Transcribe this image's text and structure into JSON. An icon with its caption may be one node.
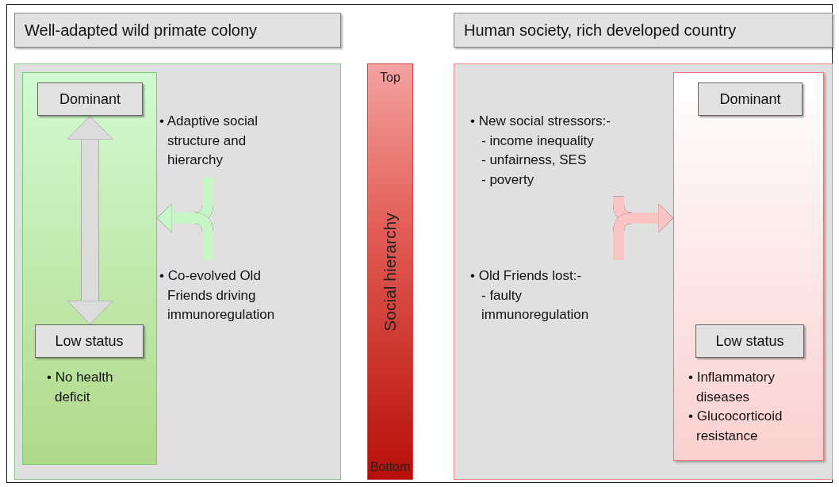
{
  "diagram": {
    "nodes": [
      {
        "text": [
          "Well-adapted wild primate colony"
        ]
      },
      {
        "text": [],
        "shape": "box"
      },
      {
        "text": [
          "• No health deficit"
        ],
        "in": 1
      },
      {
        "text": [
          "Dominant"
        ],
        "in": 2
      },
      {
        "text": [
          "Low status"
        ],
        "in": 2
      },
      {
        "text": [
          "• Adaptive social structure and hierarchy"
        ],
        "in": 1
      },
      {
        "text": [
          "• Co-evolved Old Friends driving immunoregulation"
        ],
        "in": 1
      },
      {
        "text": [
          "Top",
          "Social hierarchy",
          "Bottom"
        ]
      },
      {
        "text": [
          "Human society, rich developed country"
        ]
      },
      {
        "text": [],
        "shape": "box"
      },
      {
        "text": [
          "• New social stressors:-",
          "- income inequality",
          "- unfairness, SES",
          "- poverty"
        ],
        "in": 9
      },
      {
        "text": [
          "• Old Friends lost:-",
          "- faulty immunoregulation"
        ],
        "in": 9
      },
      {
        "text": [
          "• Inflammatory diseases",
          "• Glucocorticoid resistance"
        ],
        "in": 9
      },
      {
        "text": [
          "Dominant"
        ],
        "in": 12
      },
      {
        "text": [
          "Low status"
        ],
        "in": 12
      }
    ],
    "edges": [
      {
        "from": 3,
        "to": 4,
        "arrow": "both",
        "color": "#dcdcdc"
      },
      {
        "from": 5,
        "to": 2,
        "arrow": "to",
        "color": "#c8f5c8"
      },
      {
        "from": 6,
        "to": 2,
        "arrow": "to",
        "color": "#c8f5c8"
      },
      {
        "from": 10,
        "to": 12,
        "arrow": "to",
        "color": "#fbc4c4"
      },
      {
        "from": 11,
        "to": 12,
        "arrow": "to",
        "color": "#fbc4c4"
      }
    ]
  }
}
